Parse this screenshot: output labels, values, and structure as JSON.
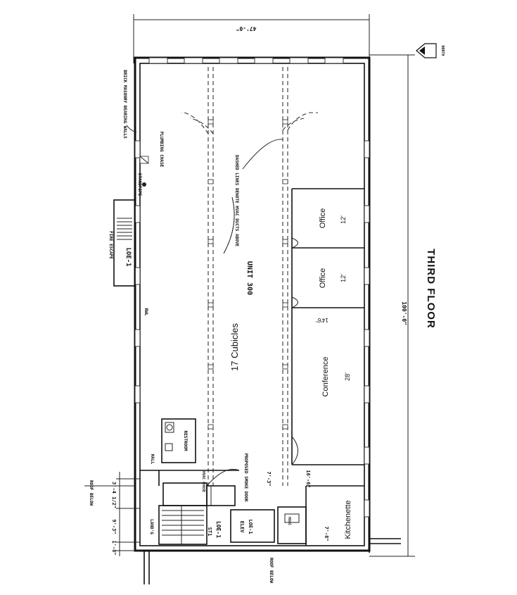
{
  "plan": {
    "title": "THIRD FLOOR",
    "unit": "UNIT 300",
    "cubicles": "17 Cubicles",
    "north": "NORTH",
    "dim_overall_width": "47'-0\"",
    "dim_overall_length": "100'-0\"",
    "rooms": {
      "office_1": "Office",
      "office_1_dim": "12'",
      "office_2": "Office",
      "office_2_dim": "12'",
      "conference": "Conference",
      "conference_dim": "28'",
      "corridor_dim": "14'6\"",
      "kitchenette": "Kitchenette",
      "kitchenette_dim": "7'-8\"",
      "hall": "HALL",
      "restroom": "RESTROOM",
      "landing": "LAND'G",
      "stair": "ST1",
      "stair_code": "LOE-1",
      "elevator": "ELEV",
      "elevator_code": "LOE-1",
      "chase": "HVAC CHASE",
      "fire_escape": "FIRE ESCAPE",
      "fire_escape_code": "LOE-1"
    },
    "notes": {
      "brick": "BRICK MASONRY BEARING WALLS",
      "plumbing": "PLUMBING CHASE",
      "standpipe": "STANDPIPE",
      "ducts": "DASHED LINES DENOTE HVAC DUCTS ABOVE",
      "rwl": "RWL",
      "smoke_door": "PROPOSED SMOKE DOOR",
      "roof_below_1": "ROOF BELOW",
      "roof_below_2": "ROOF BELOW",
      "hvac_chase_2": "HVAC"
    },
    "dims": {
      "d1": "16'-6\"",
      "d2": "7'-3\"",
      "d3": "3'-4 1/2\"",
      "d4": "9'-3\"",
      "d5": "1'-8\""
    }
  }
}
